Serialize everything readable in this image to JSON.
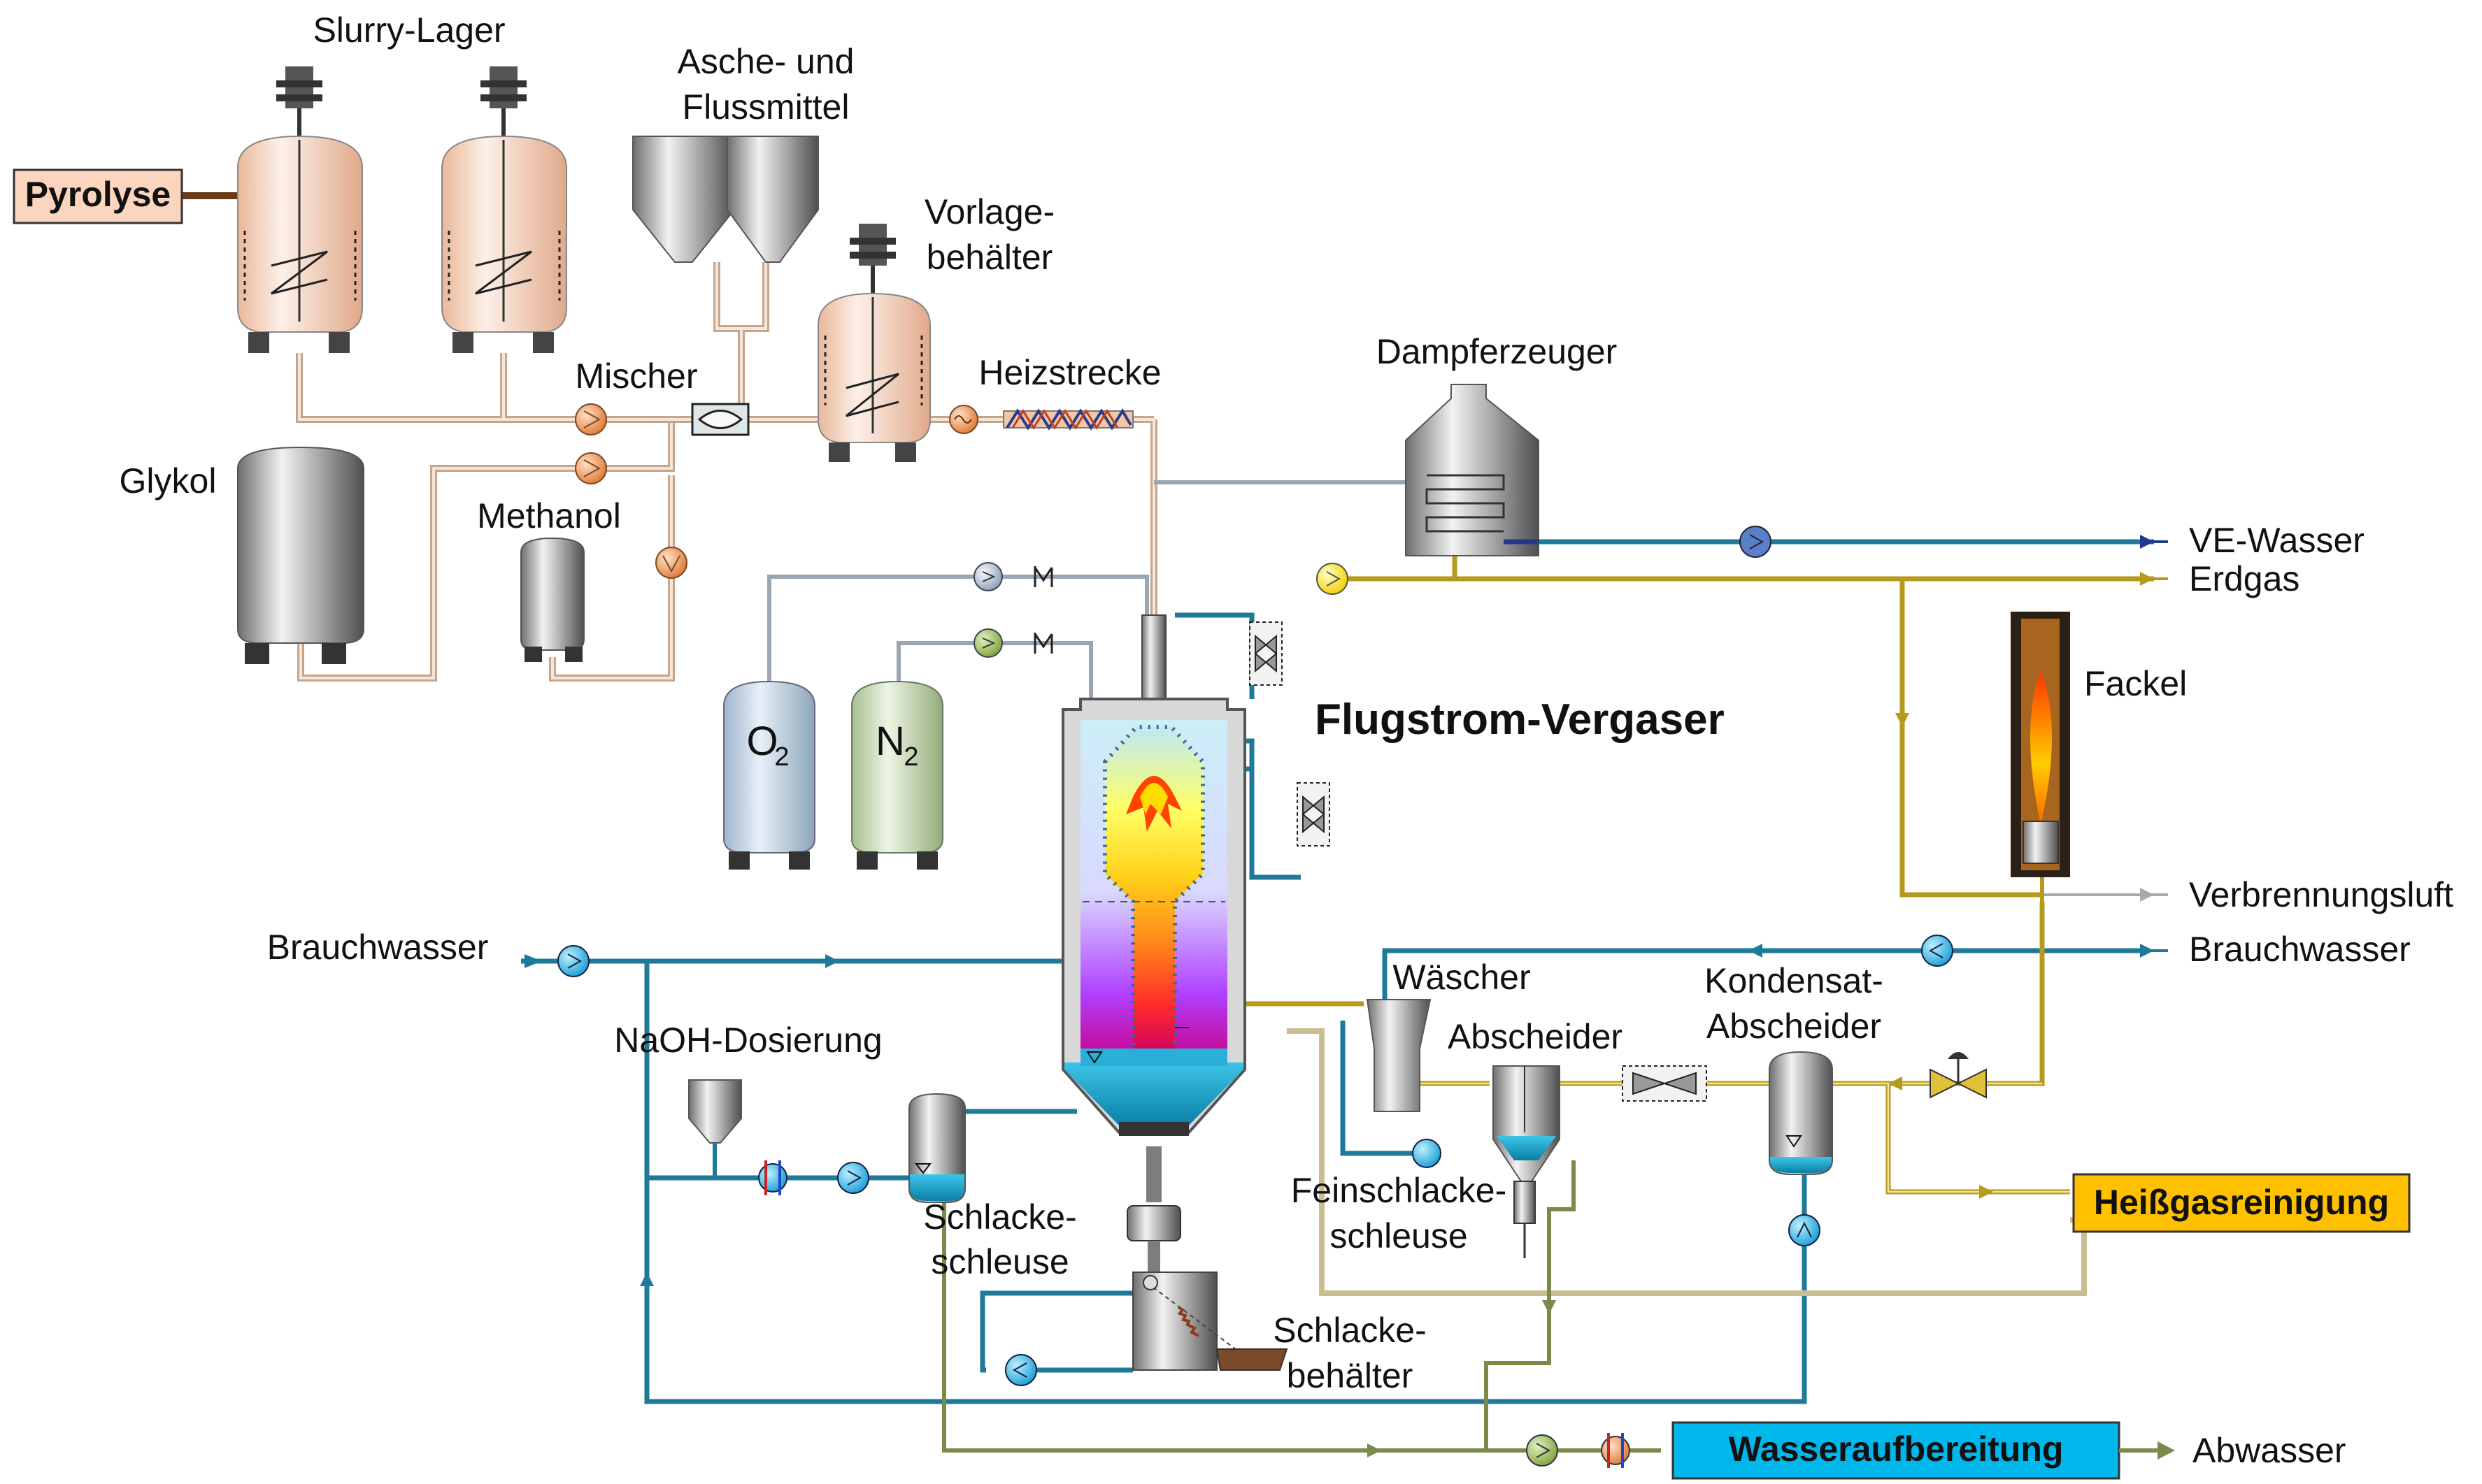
{
  "labels": {
    "slurry": "Slurry-Lager",
    "asche1": "Asche- und",
    "asche2": "Flussmittel",
    "vorlage1": "Vorlage-",
    "vorlage2": "behälter",
    "mischer": "Mischer",
    "heizstrecke": "Heizstrecke",
    "dampf": "Dampferzeuger",
    "glykol": "Glykol",
    "methanol": "Methanol",
    "o2": "O",
    "o2sub": "2",
    "n2": "N",
    "n2sub": "2",
    "vergaser": "Flugstrom-Vergaser",
    "vewasser": "VE-Wasser",
    "erdgas": "Erdgas",
    "fackel": "Fackel",
    "verbrennungsluft": "Verbrennungsluft",
    "brauchwasser_left": "Brauchwasser",
    "brauchwasser_right": "Brauchwasser",
    "waescher": "Wäscher",
    "abscheider": "Abscheider",
    "kondensat1": "Kondensat-",
    "kondensat2": "Abscheider",
    "naoh": "NaOH-Dosierung",
    "feinschlacke1": "Feinschlacke-",
    "feinschlacke2": "schleuse",
    "schlacke1": "Schlacke-",
    "schlacke2": "schleuse",
    "schlackebeh1": "Schlacke-",
    "schlackebeh2": "behälter",
    "abwasser": "Abwasser"
  },
  "boxes": {
    "pyrolyse": "Pyrolyse",
    "heissgas": "Heißgasreinigung",
    "wasser": "Wasseraufbereitung"
  },
  "colors": {
    "slurry_line": "#c8a58a",
    "water_line": "#1f7a9a",
    "gas_line": "#b59a1e",
    "o2_line": "#9aa7b2",
    "drain_line": "#7a8a4a",
    "pyrolyse_box": "#fbd5bd",
    "heissgas_box": "#ffc000",
    "wasser_box": "#00b7eb"
  }
}
